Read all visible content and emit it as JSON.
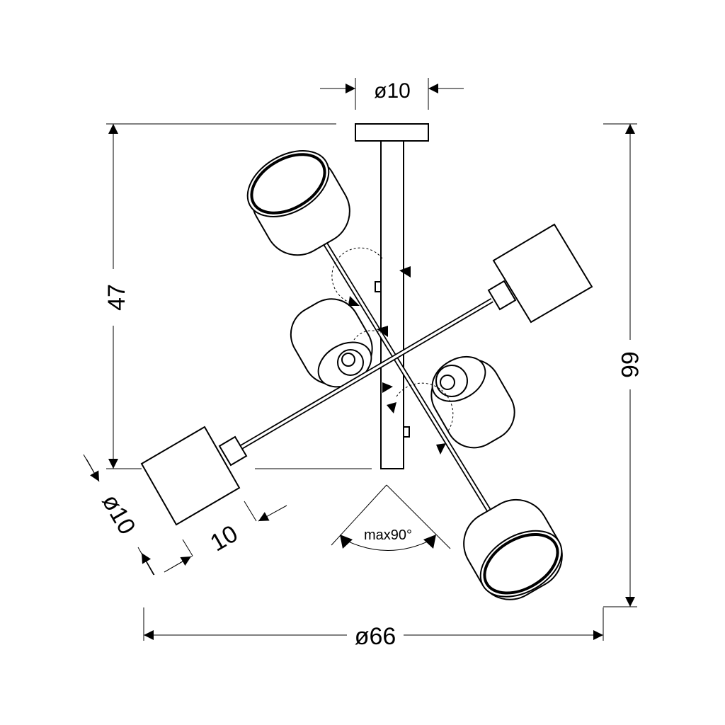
{
  "dimensions": {
    "canopy_diameter": "ø10",
    "height_to_arm": "47",
    "total_height": "66",
    "total_diameter": "ø66",
    "shade_diameter": "ø10",
    "shade_length": "10",
    "max_angle": "max90°"
  }
}
